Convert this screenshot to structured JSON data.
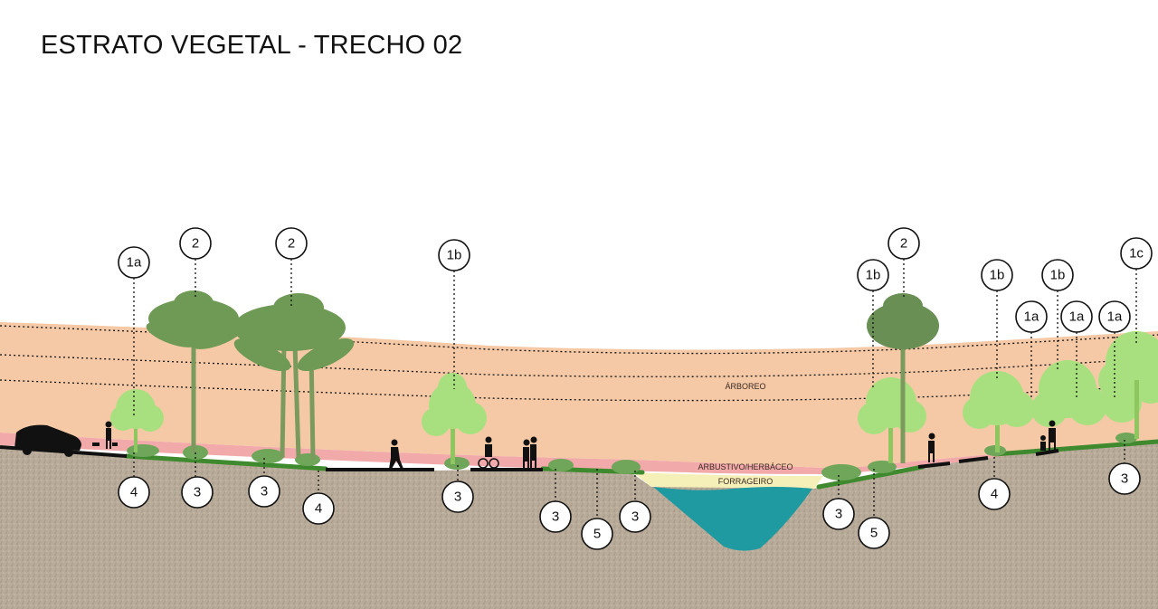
{
  "title": "ESTRATO VEGETAL - TRECHO 02",
  "zones": {
    "arboreo": "ÁRBOREO",
    "arbustivo": "ARBUSTIVO/HERBÁCEO",
    "forrageiro": "FORRAGEIRO"
  },
  "tags_top": [
    "1a",
    "2",
    "2",
    "1b",
    "1b",
    "2",
    "1b",
    "1b",
    "1a",
    "1a",
    "1a",
    "1c"
  ],
  "tags_bottom": [
    "4",
    "3",
    "3",
    "4",
    "3",
    "3",
    "5",
    "3",
    "3",
    "5",
    "4",
    "3"
  ],
  "colors": {
    "arboreo": "#f5c9a6",
    "arbustivo": "#f0a8a8",
    "forrageiro": "#f6f0b8",
    "soil": "#b8aa98",
    "water": "#1f9aa0",
    "grass": "#3f8a2e",
    "tree_light": "#a9e07f",
    "palm": "#6e9a55"
  }
}
